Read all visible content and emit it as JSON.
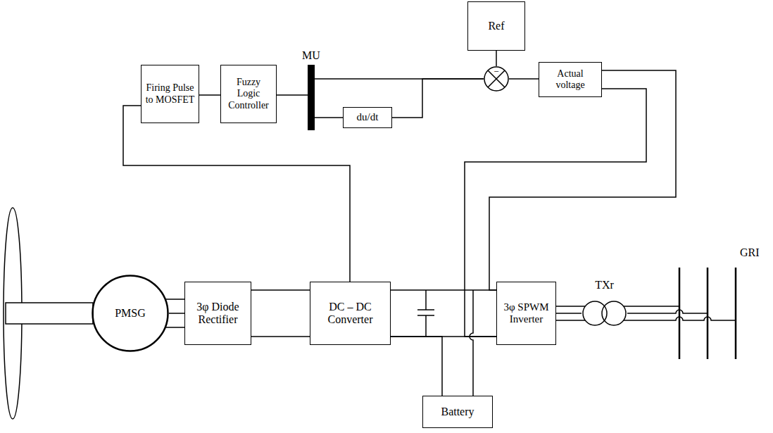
{
  "diagram": {
    "nodes": [
      {
        "text": [
          "Ref"
        ]
      },
      {
        "text": [
          "MU"
        ]
      },
      {
        "text": [
          "Firing Pulse to MOSFET"
        ]
      },
      {
        "text": [
          "Fuzzy Logic Controller"
        ]
      },
      {
        "text": [
          "−"
        ]
      },
      {
        "text": [
          "Actual voltage"
        ]
      },
      {
        "text": [
          "du/dt"
        ]
      },
      {
        "text": [
          "PMSG"
        ]
      },
      {
        "text": [
          "3φ Diode Rectifier"
        ]
      },
      {
        "text": [
          "DC – DC Converter"
        ]
      },
      {
        "text": [
          "3φ SPWM Inverter"
        ]
      },
      {
        "text": [
          "TXr"
        ]
      },
      {
        "text": [
          "GRI"
        ]
      },
      {
        "text": [
          "Battery"
        ]
      }
    ],
    "edges": [
      {
        "from": 0,
        "to": 4,
        "arrow": "none"
      },
      {
        "from": 5,
        "to": 4,
        "arrow": "none"
      },
      {
        "from": 4,
        "to": 1,
        "arrow": "none"
      },
      {
        "from": 4,
        "to": 6,
        "arrow": "none"
      },
      {
        "from": 6,
        "to": 1,
        "arrow": "none"
      },
      {
        "from": 1,
        "to": 3,
        "arrow": "none"
      },
      {
        "from": 3,
        "to": 2,
        "arrow": "none"
      },
      {
        "from": 2,
        "to": 9,
        "arrow": "none"
      },
      {
        "from": 7,
        "to": 8,
        "arrow": "none"
      },
      {
        "from": 8,
        "to": 9,
        "arrow": "none"
      },
      {
        "from": 9,
        "to": 10,
        "arrow": "none"
      },
      {
        "from": 10,
        "to": 11,
        "arrow": "none"
      },
      {
        "from": 11,
        "to": 12,
        "arrow": "none"
      },
      {
        "from": 13,
        "to": 9,
        "arrow": "none"
      },
      {
        "from": 10,
        "to": 5,
        "arrow": "none"
      },
      {
        "from": 10,
        "to": 5,
        "arrow": "none"
      }
    ]
  }
}
